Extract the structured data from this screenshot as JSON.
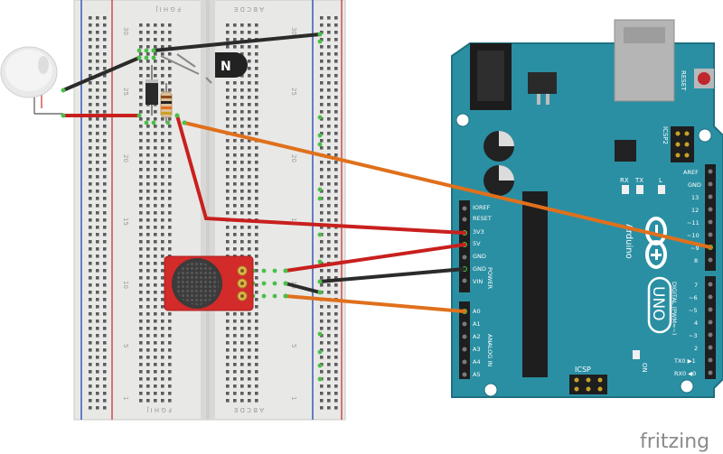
{
  "breadboard": {
    "row_numbers": [
      "30",
      "25",
      "20",
      "15",
      "10",
      "5",
      "1"
    ],
    "column_letters_left": "F G H I J",
    "column_letters_right": "A B C D E"
  },
  "arduino": {
    "board_name": "UNO",
    "brand": "Arduino",
    "reset_label": "RESET",
    "icsp_labels": [
      "ICSP2",
      "ICSP"
    ],
    "led_labels": {
      "tx": "TX",
      "rx": "RX",
      "l": "L",
      "on": "ON"
    },
    "power_pins": [
      "IOREF",
      "RESET",
      "3V3",
      "5V",
      "GND",
      "GND",
      "VIN"
    ],
    "power_header_label": "POWER",
    "analog_pins": [
      "A0",
      "A1",
      "A2",
      "A3",
      "A4",
      "A5"
    ],
    "analog_header_label": "ANALOG IN",
    "digital_pins_top": [
      "AREF",
      "GND",
      "13",
      "12",
      "~11",
      "~10",
      "~9",
      "8"
    ],
    "digital_pins_bottom": [
      "7",
      "~6",
      "~5",
      "4",
      "~3",
      "2",
      "TX0 ▶1",
      "RX0 ◀0"
    ],
    "digital_header_label": "DIGITAL (PWM=~)"
  },
  "components": {
    "transistor_mark": "N",
    "buzzer": "piezo-buzzer",
    "microphone": "microphone-module"
  },
  "wire_colors": {
    "red": "#c8201e",
    "black": "#2b2b2b",
    "orange": "#e0701c"
  },
  "colors": {
    "board_blue": "#2a8fa3",
    "board_edge": "#1f6f80",
    "breadboard": "#e8e8e6",
    "rail_red": "#d24a4a",
    "rail_blue": "#3a58b8",
    "mic_board": "#d32a2a"
  },
  "footer": {
    "logo": "fritzing"
  }
}
